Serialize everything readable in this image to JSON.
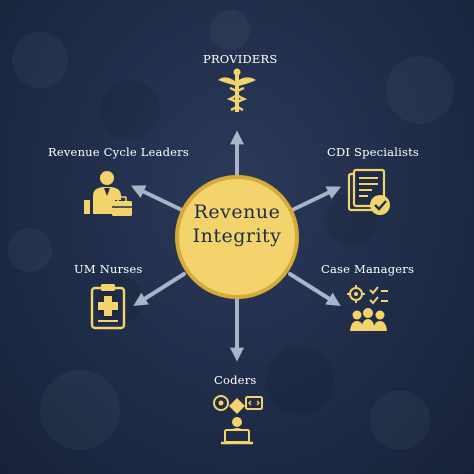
{
  "center": {
    "line1": "Revenue",
    "line2": "Integrity"
  },
  "nodes": {
    "providers": "PROVIDERS",
    "cdi": "CDI Specialists",
    "case_managers": "Case Managers",
    "coders": "Coders",
    "um_nurses": "UM Nurses",
    "rcl": "Revenue Cycle Leaders"
  },
  "colors": {
    "background": "#1f2c48",
    "accent": "#f3d36b",
    "arrow": "#aab4c8",
    "text": "#ffffff"
  },
  "icons": {
    "providers": "caduceus-icon",
    "cdi": "document-check-icon",
    "case_managers": "team-checklist-icon",
    "coders": "coder-laptop-icon",
    "um_nurses": "medical-clipboard-icon",
    "rcl": "leader-briefcase-icon"
  }
}
